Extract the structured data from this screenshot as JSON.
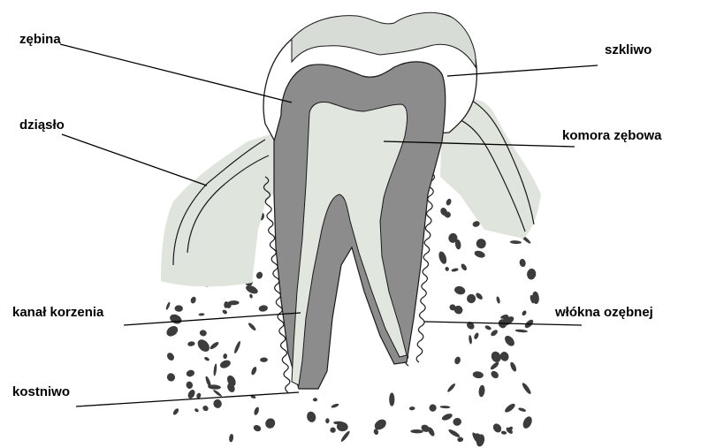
{
  "labels": {
    "zebina": "zębina",
    "dziaslo": "dziąsło",
    "kanal_korzenia": "kanał korzenia",
    "kostniwo": "kostniwo",
    "szkliwo": "szkliwo",
    "komora_zebowa": "komora zębowa",
    "wlokna_ozebnej": "włókna ozębnej"
  },
  "colors": {
    "dentin": "#8c8c8c",
    "enamel": "#ffffff",
    "pulp": "#e1e6df",
    "gum": "#dfe4dd",
    "bone_spot": "#3c3c3c"
  }
}
